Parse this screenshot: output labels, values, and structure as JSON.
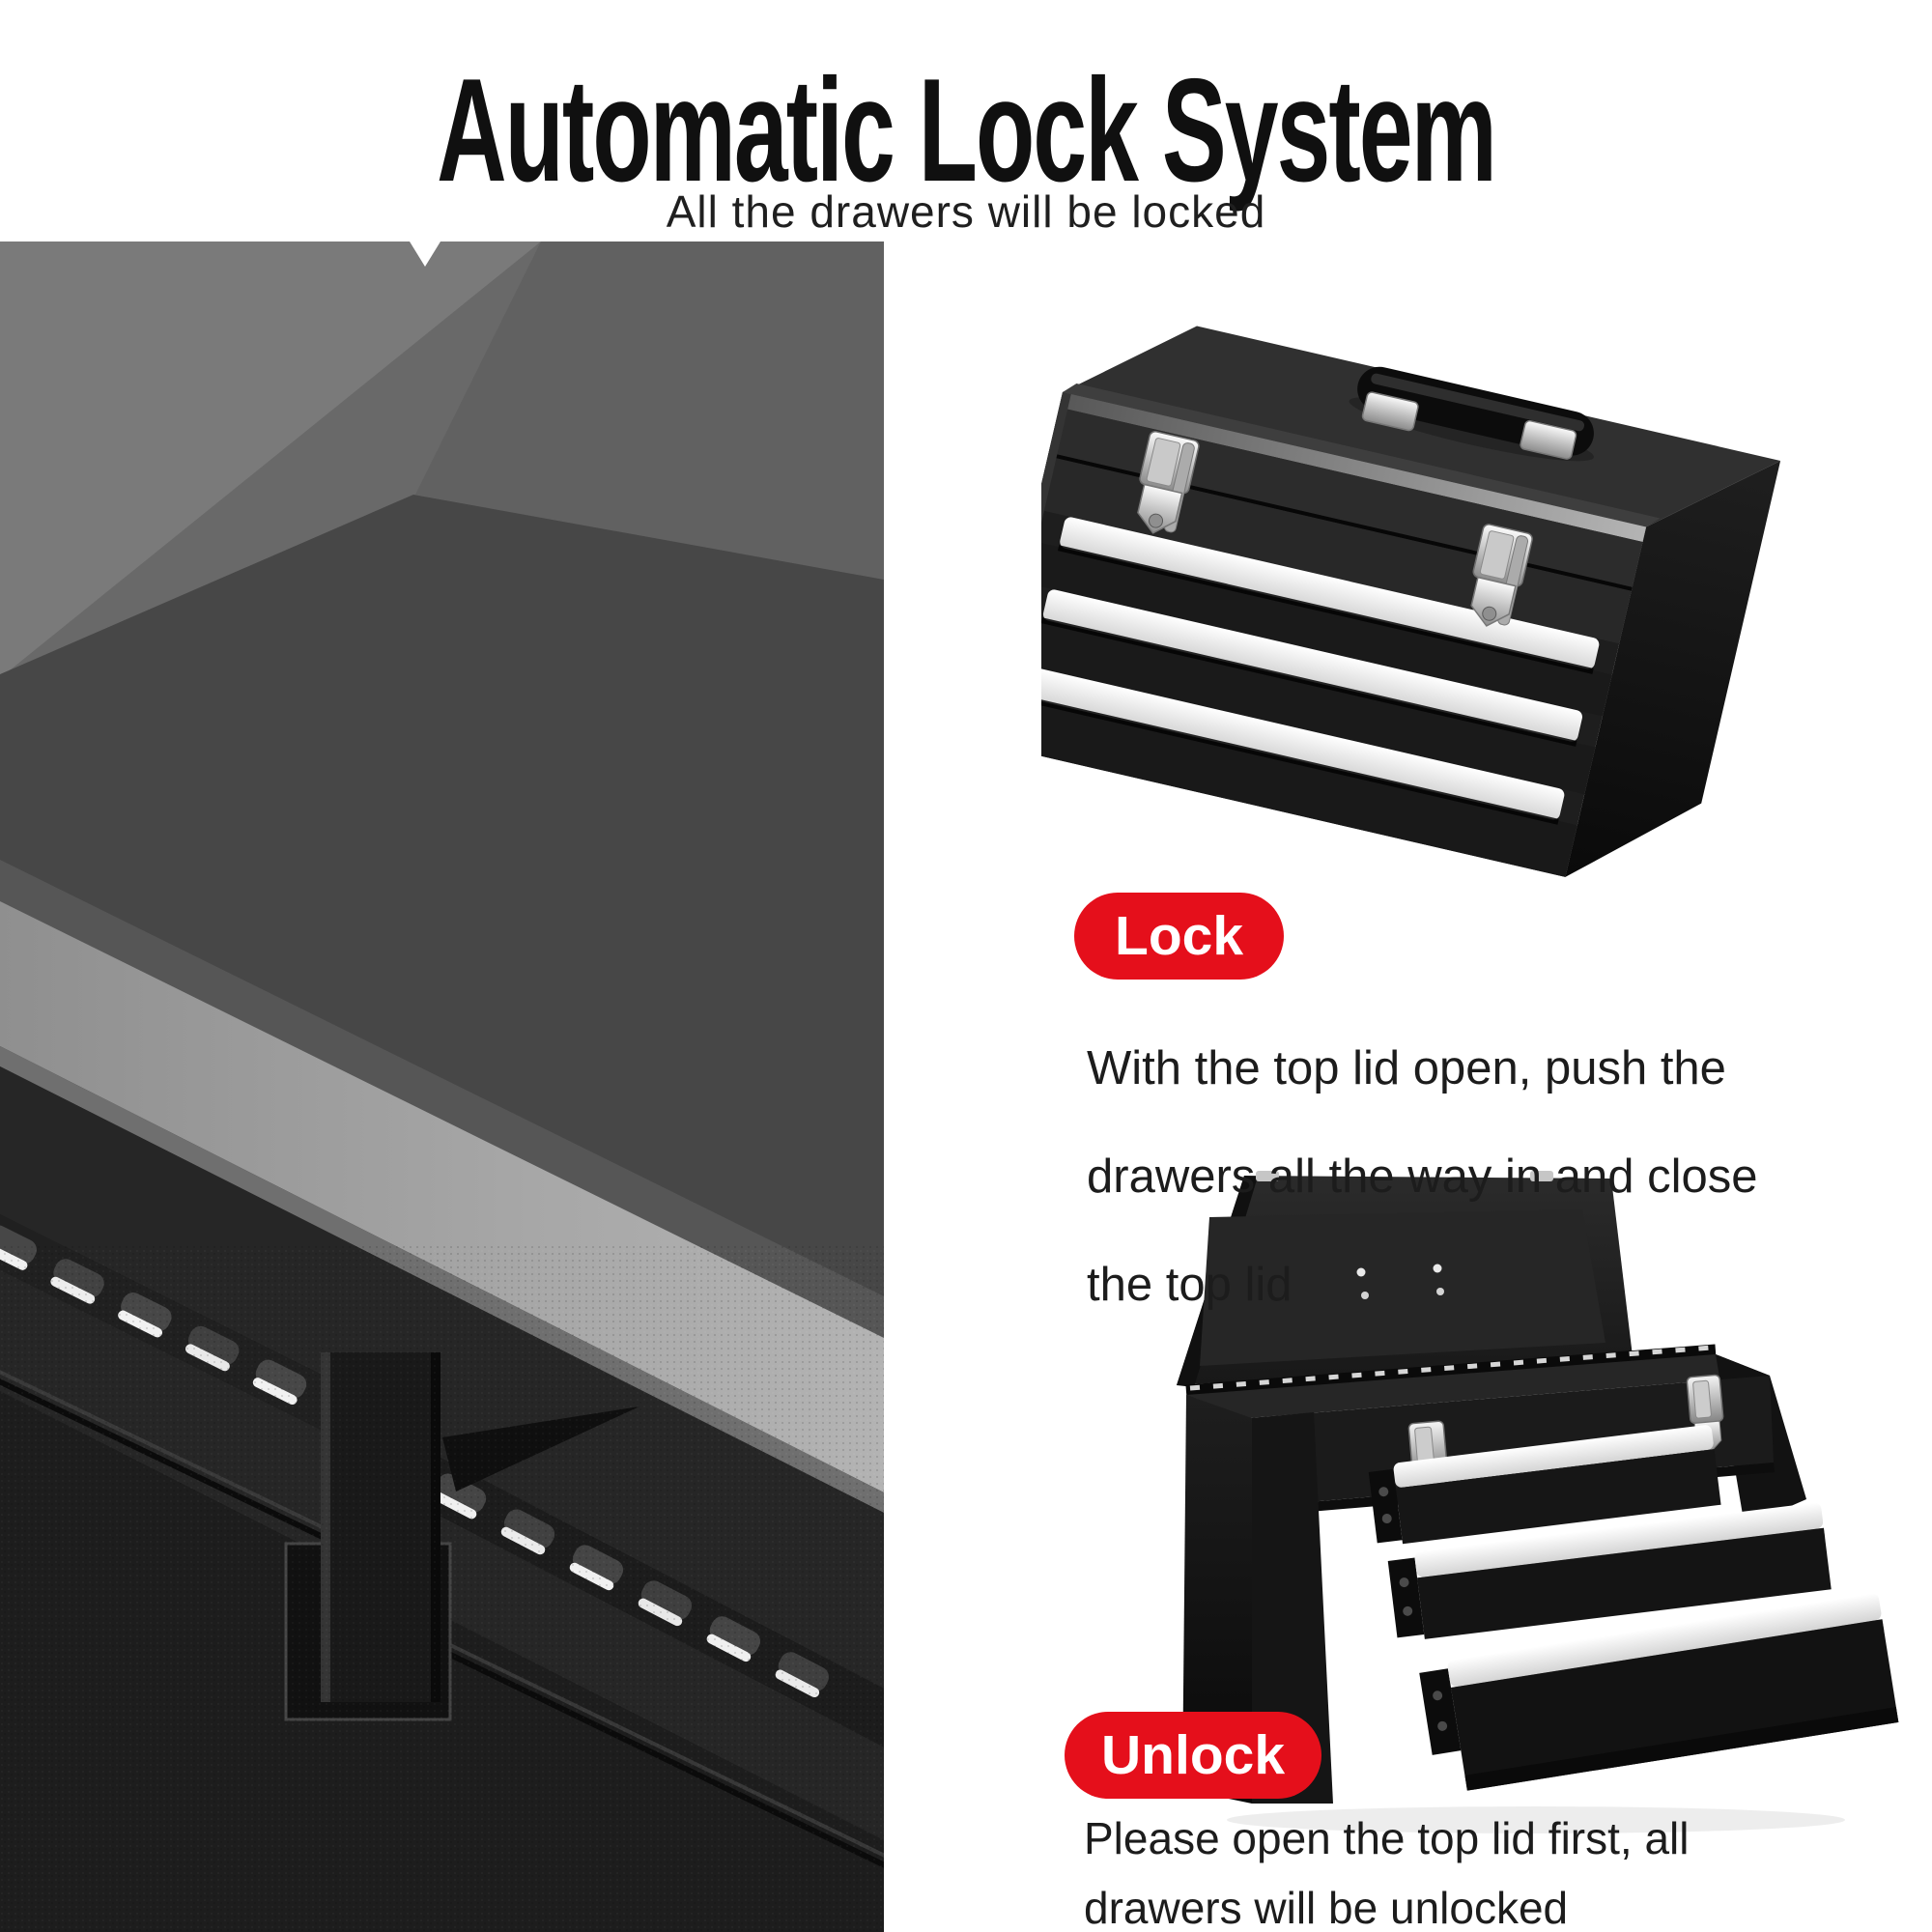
{
  "header": {
    "title": "Automatic Lock System",
    "subtitle": "All the drawers will be locked"
  },
  "lock_section": {
    "badge_label": "Lock",
    "lines": [
      "With the top lid open, push the",
      "drawers all the way in and close",
      "the top lid"
    ]
  },
  "unlock_section": {
    "badge_label": "Unlock",
    "lines": [
      "Please open the top lid first, all",
      "drawers will be unlocked"
    ]
  },
  "images": {
    "hinge_closeup_alt": "Close-up of the tool chest lid hinge with automatic lock tab",
    "toolbox_closed_alt": "Closed black three-drawer tool chest with chrome latches",
    "toolbox_open_alt": "Open tool chest with top lid raised and three drawers pulled out"
  },
  "colors": {
    "background": "#ffffff",
    "badge_red": "#e50f1b",
    "badge_text": "#ffffff",
    "heading_text": "#101010",
    "body_text": "#1c1c1c",
    "toolbox_black": "#1d1d1d",
    "drawer_bar_white": "#f2f2f2",
    "chrome": "#c9c9c9"
  }
}
